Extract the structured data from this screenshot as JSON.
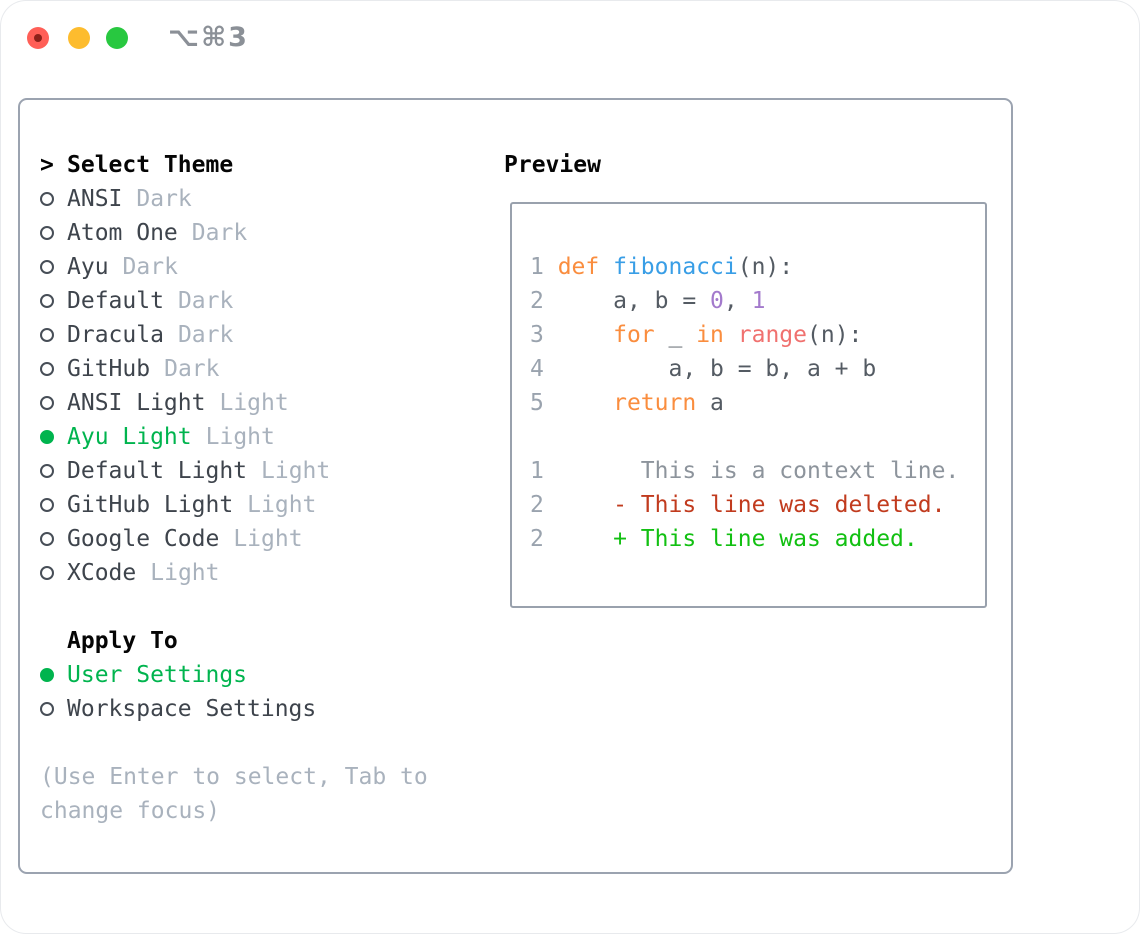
{
  "titlebar": {
    "shortcut": "⌥⌘3",
    "traffic_lights": [
      {
        "name": "close"
      },
      {
        "name": "minimize"
      },
      {
        "name": "zoom"
      }
    ]
  },
  "theme_panel": {
    "prompt": ">",
    "header": "Select Theme",
    "items": [
      {
        "name": "ANSI",
        "tag": "Dark",
        "selected": false
      },
      {
        "name": "Atom One",
        "tag": "Dark",
        "selected": false
      },
      {
        "name": "Ayu",
        "tag": "Dark",
        "selected": false
      },
      {
        "name": "Default",
        "tag": "Dark",
        "selected": false
      },
      {
        "name": "Dracula",
        "tag": "Dark",
        "selected": false
      },
      {
        "name": "GitHub",
        "tag": "Dark",
        "selected": false
      },
      {
        "name": "ANSI Light",
        "tag": "Light",
        "selected": false
      },
      {
        "name": "Ayu Light",
        "tag": "Light",
        "selected": true
      },
      {
        "name": "Default Light",
        "tag": "Light",
        "selected": false
      },
      {
        "name": "GitHub Light",
        "tag": "Light",
        "selected": false
      },
      {
        "name": "Google Code",
        "tag": "Light",
        "selected": false
      },
      {
        "name": "XCode",
        "tag": "Light",
        "selected": false
      }
    ],
    "apply_to": {
      "header": "Apply To",
      "options": [
        {
          "name": "User Settings",
          "selected": true
        },
        {
          "name": "Workspace Settings",
          "selected": false
        }
      ]
    },
    "hint": [
      "(Use Enter to select, Tab to",
      "change focus)"
    ]
  },
  "preview": {
    "header": "Preview",
    "code_lines": [
      {
        "num": "1",
        "tokens": [
          {
            "t": "def ",
            "c": "k"
          },
          {
            "t": "fibonacci",
            "c": "e"
          },
          {
            "t": "(n):",
            "c": "d"
          }
        ]
      },
      {
        "num": "2",
        "tokens": [
          {
            "t": "    a, b = ",
            "c": "d"
          },
          {
            "t": "0",
            "c": "c"
          },
          {
            "t": ", ",
            "c": "d"
          },
          {
            "t": "1",
            "c": "c"
          }
        ]
      },
      {
        "num": "3",
        "tokens": [
          {
            "t": "    ",
            "c": "d"
          },
          {
            "t": "for",
            "c": "k"
          },
          {
            "t": " _ ",
            "c": "d"
          },
          {
            "t": "in",
            "c": "k"
          },
          {
            "t": " ",
            "c": "d"
          },
          {
            "t": "range",
            "c": "r"
          },
          {
            "t": "(n):",
            "c": "d"
          }
        ]
      },
      {
        "num": "4",
        "tokens": [
          {
            "t": "        a, b = b, a + b",
            "c": "d"
          }
        ]
      },
      {
        "num": "5",
        "tokens": [
          {
            "t": "    ",
            "c": "d"
          },
          {
            "t": "return",
            "c": "k"
          },
          {
            "t": " a",
            "c": "d"
          }
        ]
      }
    ],
    "diff_lines": [
      {
        "num": "1",
        "tokens": [
          {
            "t": "      This is a context line.",
            "c": "ctx"
          }
        ]
      },
      {
        "num": "2",
        "tokens": [
          {
            "t": "    - This line was deleted.",
            "c": "del"
          }
        ]
      },
      {
        "num": "2",
        "tokens": [
          {
            "t": "    + This line was added.",
            "c": "add"
          }
        ]
      }
    ]
  },
  "colors": {
    "accent_green": "#00b44e",
    "added_green": "#12c012",
    "removed_red": "#c13b1e",
    "keyword_orange": "#fa8d3e",
    "function_blue": "#399ee6",
    "call_coral": "#f0716f",
    "number_purple": "#a37acc",
    "code_default": "#545b63",
    "muted_gray": "#a9b2bd",
    "lineno_gray": "#9aa3ae",
    "context_gray": "#8d949c",
    "item_dark": "#3e444c",
    "border_gray": "#9ba3b0",
    "traffic_red": "#ff5f57",
    "traffic_yellow": "#fdbc2e",
    "traffic_green": "#28c840"
  }
}
